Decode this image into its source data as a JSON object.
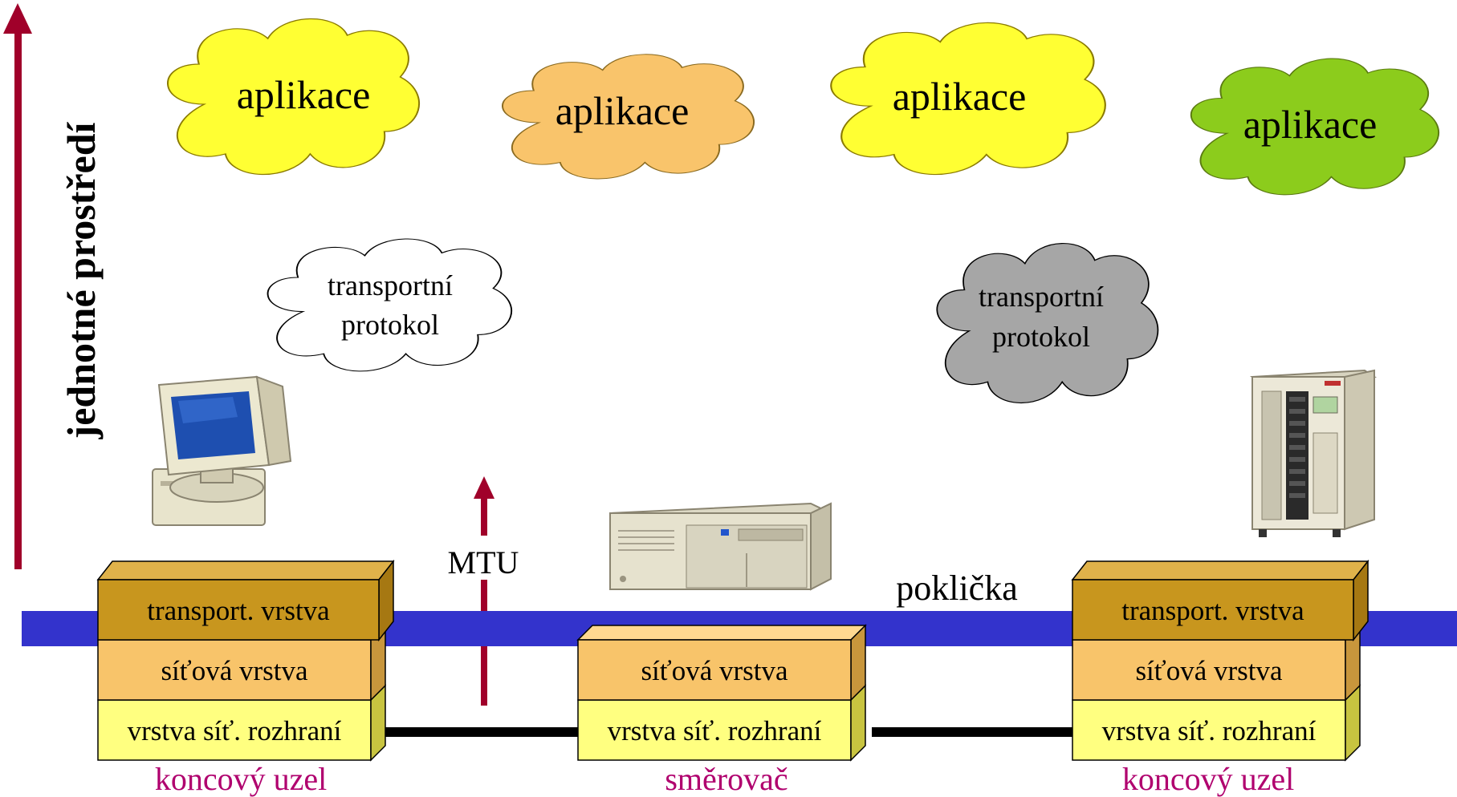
{
  "vertical_label": "jednotné prostředí",
  "clouds": {
    "app": [
      "aplikace",
      "aplikace",
      "aplikace",
      "aplikace"
    ],
    "transport_left": {
      "line1": "transportní",
      "line2": "protokol"
    },
    "transport_right": {
      "line1": "transportní",
      "line2": "protokol"
    }
  },
  "mtu_label": "MTU",
  "poklicka_label": "poklička",
  "stack_left": {
    "transport": "transport. vrstva",
    "network": "síťová vrstva",
    "interface": "vrstva síť. rozhraní",
    "caption": "koncový uzel"
  },
  "stack_middle": {
    "network": "síťová vrstva",
    "interface": "vrstva síť. rozhraní",
    "caption": "směrovač"
  },
  "stack_right": {
    "transport": "transport. vrstva",
    "network": "síťová vrstva",
    "interface": "vrstva síť. rozhraní",
    "caption": "koncový uzel"
  },
  "colors": {
    "arrow": "#a0002a",
    "band": "#3333cc",
    "transport_face": "#c8961e",
    "network_face": "#f8c46a",
    "interface_face": "#ffff80",
    "caption": "#b0006e",
    "cloud_yellow": "#ffff33",
    "cloud_orange": "#f9c46b",
    "cloud_green": "#8ccc1c",
    "cloud_gray": "#a6a6a6"
  }
}
